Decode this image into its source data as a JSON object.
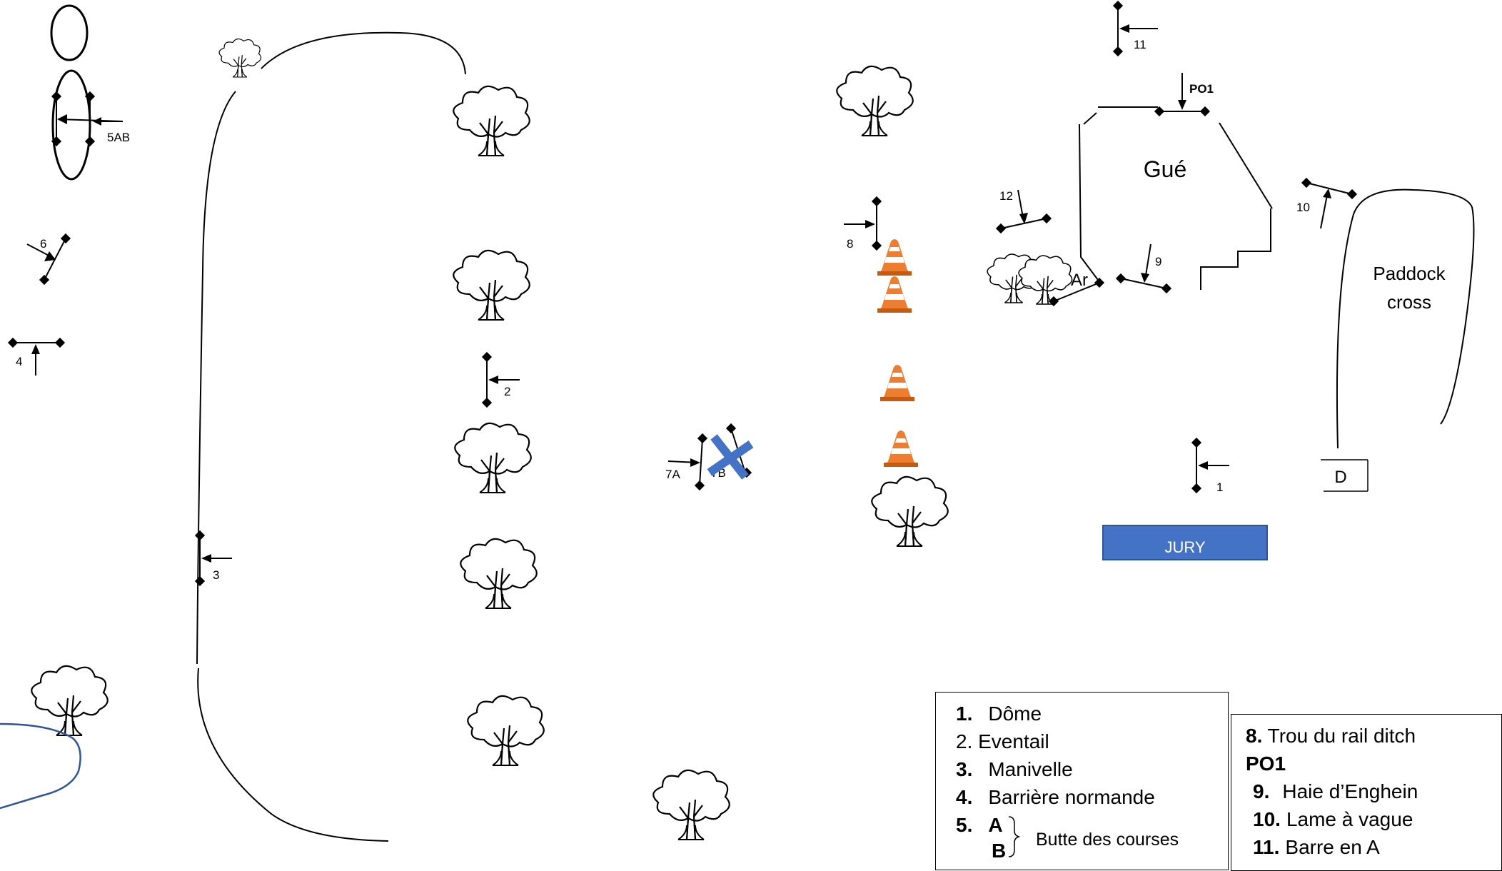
{
  "map": {
    "area_labels": {
      "gue": "Gué",
      "paddock_line1": "Paddock",
      "paddock_line2": "cross",
      "ar": "Ar",
      "depart": "D",
      "jury": "JURY",
      "po1": "PO1"
    },
    "obstacle_numbers": {
      "n1": "1",
      "n2": "2",
      "n3": "3",
      "n4": "4",
      "n5": "5AB",
      "n6": "6",
      "n7a": "7A",
      "n7b": "7B",
      "n8": "8",
      "n9": "9",
      "n10": "10",
      "n11": "11",
      "n12": "12"
    },
    "colors": {
      "jury_box": "#4472C4",
      "cancel_mark": "#4472C4",
      "cone": "#ED7D31",
      "water_line": "#2F5597",
      "ink": "#000000"
    },
    "icons": [
      "tree-icon",
      "traffic-cone-icon",
      "cancel-cross-icon",
      "flag-icon"
    ]
  },
  "legend_left": {
    "items": [
      {
        "num": "1.",
        "text": "Dôme"
      },
      {
        "num": "",
        "text": "2. Eventail"
      },
      {
        "num": "3.",
        "text": "Manivelle"
      },
      {
        "num": "4.",
        "text": "Barrière normande"
      },
      {
        "num": "5.",
        "text": "A"
      }
    ],
    "item5b": "B",
    "bracket_text": "Butte des courses"
  },
  "legend_right": {
    "items": [
      {
        "num": "8.",
        "text": " Trou du rail ditch"
      },
      {
        "num": "PO1",
        "text": ""
      },
      {
        "num": "9.",
        "text": "Haie d’Enghein"
      },
      {
        "num": "10.",
        "text": "Lame à vague"
      },
      {
        "num": "11.",
        "text": "Barre en A"
      }
    ]
  }
}
